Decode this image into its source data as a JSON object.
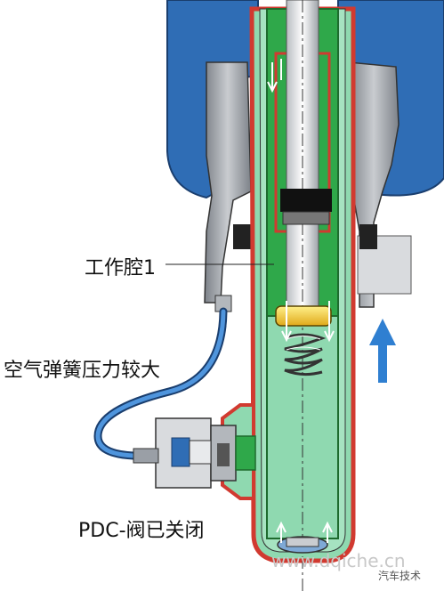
{
  "labels": {
    "chamber": "工作腔1",
    "spring_pressure": "空气弹簧压力较大",
    "pdc_valve": "PDC-阀已关闭"
  },
  "watermark": {
    "site": "www.dqiche.cn",
    "source": "汽车技术"
  },
  "colors": {
    "air_spring_blue": "#2f6db5",
    "oil_green": "#2fa84a",
    "oil_light": "#8fd9b0",
    "tube_red": "#d13a30",
    "metal_gray": "#9a9fa6",
    "arrow_blue": "#2f7fd1"
  },
  "icons": [
    "up-arrow-icon",
    "flow-arrow-icon"
  ]
}
